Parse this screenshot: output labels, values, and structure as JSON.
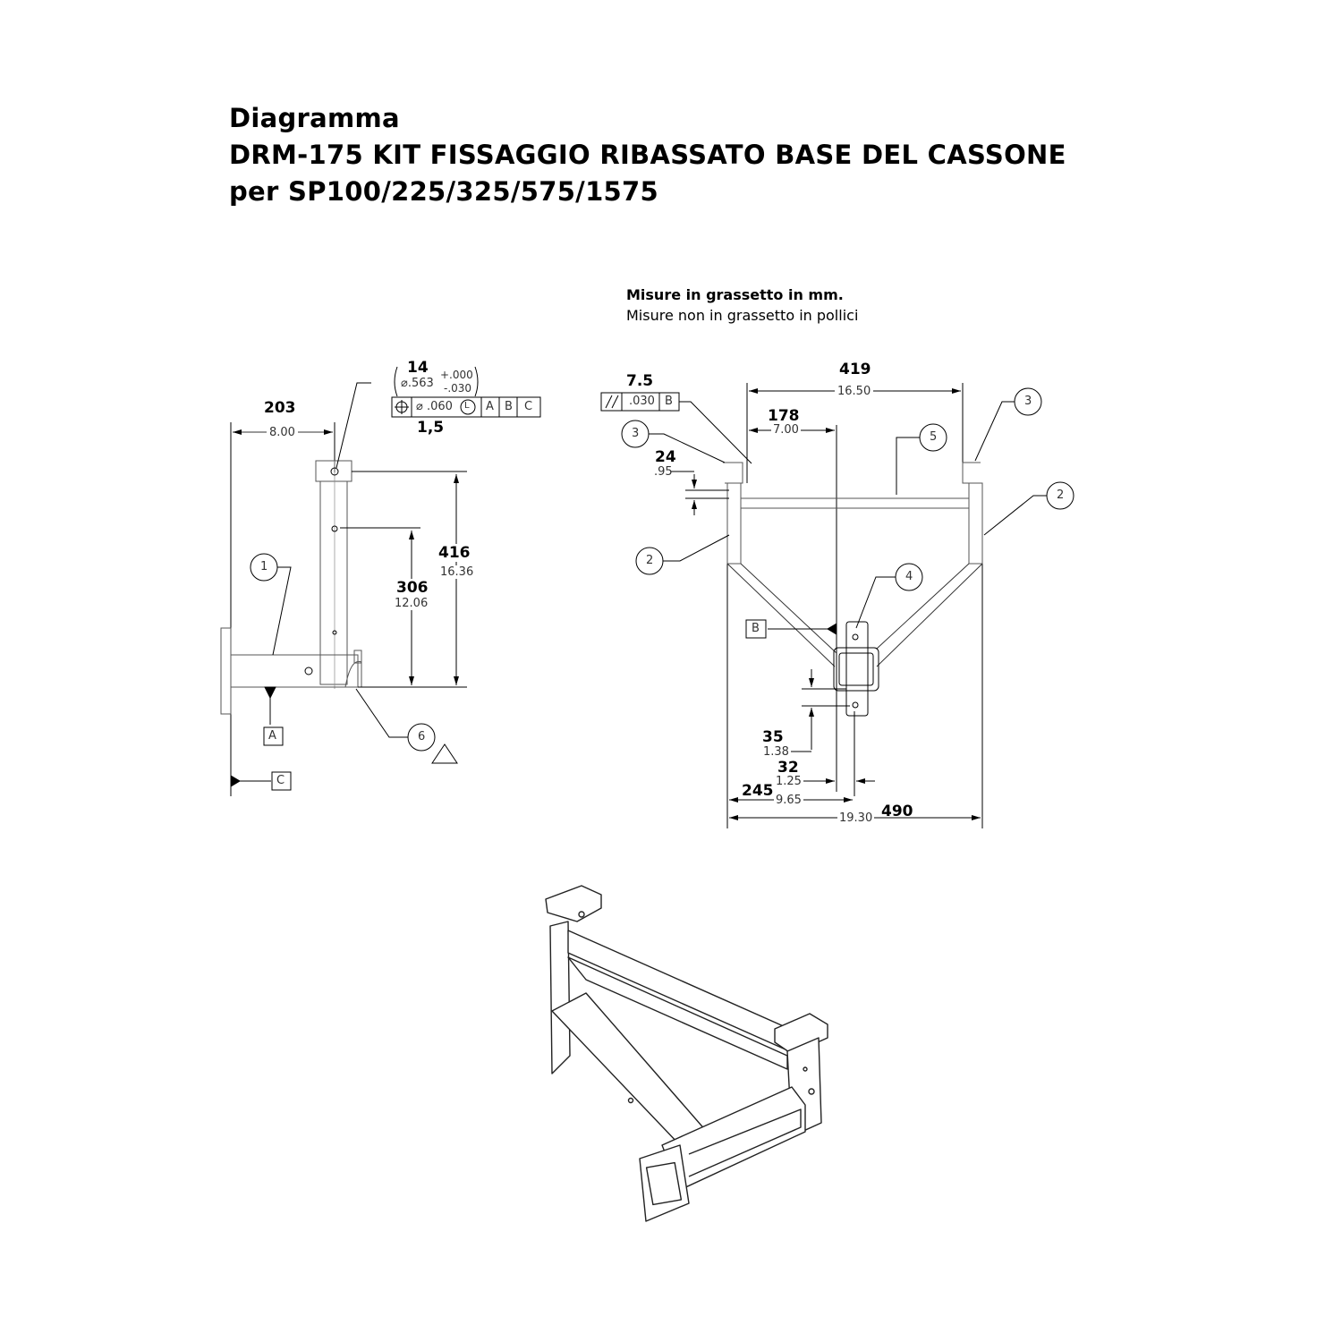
{
  "title": {
    "line1": "Diagramma",
    "line2": "DRM-175 KIT FISSAGGIO RIBASSATO BASE DEL CASSONE",
    "line3": "per SP100/225/325/575/1575"
  },
  "notes": {
    "bold": "Misure in grassetto in mm.",
    "normal": "Misure non in grassetto in pollici"
  },
  "side_view": {
    "dim_203_mm": "203",
    "dim_203_in": "8.00",
    "hole_mm": "14",
    "hole_dia": "⌀.563",
    "hole_tol_plus": "+.000",
    "hole_tol_minus": "-.030",
    "fcf": {
      "symbol": "⌖",
      "tol": "⌀ .060",
      "modifier": "L",
      "datums": [
        "A",
        "B",
        "C"
      ]
    },
    "fcf_mm": "1,5",
    "dim_416_mm": "416",
    "dim_416_in": "16.36",
    "dim_306_mm": "306",
    "dim_306_in": "12.06",
    "balloons": [
      "1",
      "6"
    ],
    "datum_a": "A",
    "datum_c": "C"
  },
  "front_view": {
    "parallel_mm": "7.5",
    "parallel_symbol": "//",
    "parallel_tol": ".030",
    "parallel_datum": "B",
    "dim_419_mm": "419",
    "dim_419_in": "16.50",
    "dim_178_mm": "178",
    "dim_178_in": "7.00",
    "dim_24_mm": "24",
    "dim_24_in": ".95",
    "dim_35_mm": "35",
    "dim_35_in": "1.38",
    "dim_32_mm": "32",
    "dim_32_in": "1.25",
    "dim_245_mm": "245",
    "dim_245_in": "9.65",
    "dim_490_mm": "490",
    "dim_490_in": "19.30",
    "balloons": [
      "3",
      "3",
      "5",
      "2",
      "2",
      "4"
    ],
    "datum_b": "B"
  }
}
